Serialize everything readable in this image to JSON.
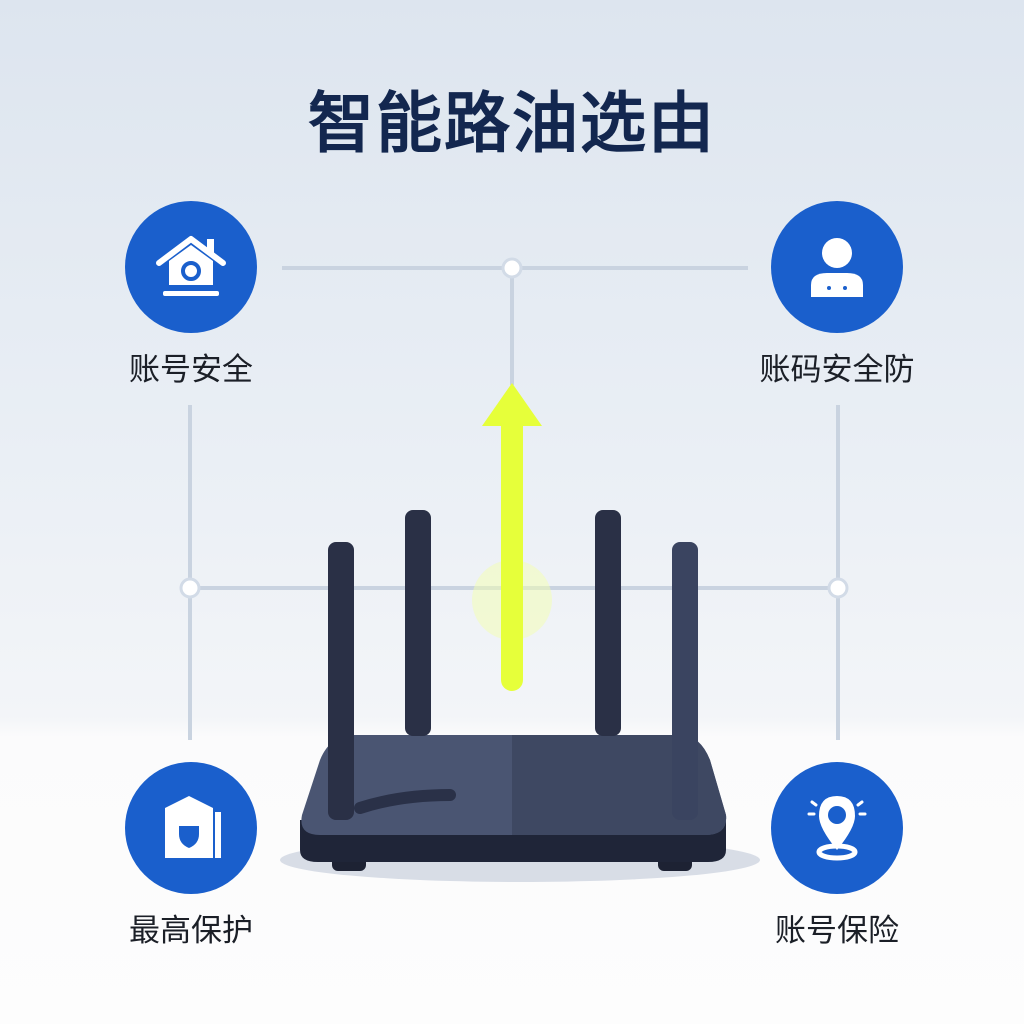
{
  "title": "智能路油选由",
  "features": [
    {
      "label": "账号安全",
      "icon": "home-icon"
    },
    {
      "label": "账码安全防",
      "icon": "user-icon"
    },
    {
      "label": "最高保护",
      "icon": "shield-document-icon"
    },
    {
      "label": "账号保险",
      "icon": "location-pin-icon"
    }
  ],
  "colors": {
    "accent": "#1a5fcc",
    "arrow": "#e6ff3a",
    "router": "#2e3650",
    "title": "#13274f"
  }
}
